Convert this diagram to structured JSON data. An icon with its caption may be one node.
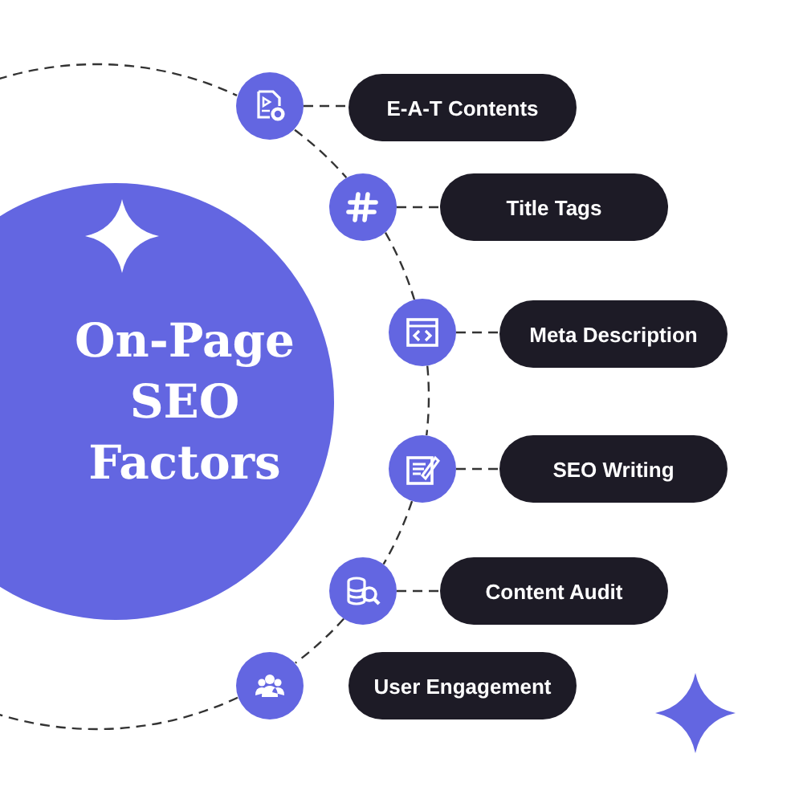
{
  "diagram": {
    "nodes": [
      {
        "text": [
          "On-Page SEO Factors"
        ]
      },
      {
        "text": [],
        "shape": "circle"
      },
      {
        "text": [
          "E-A-T Contents"
        ]
      },
      {
        "text": [],
        "shape": "circle"
      },
      {
        "text": [
          "Title Tags"
        ]
      },
      {
        "text": [],
        "shape": "circle"
      },
      {
        "text": [
          "Meta Description"
        ]
      },
      {
        "text": [],
        "shape": "circle"
      },
      {
        "text": [
          "SEO Writing"
        ]
      },
      {
        "text": [],
        "shape": "circle"
      },
      {
        "text": [
          "Content Audit"
        ]
      },
      {
        "text": [],
        "shape": "circle"
      },
      {
        "text": [
          "User Engagement"
        ]
      }
    ],
    "edges": [
      {
        "from": null,
        "to": 1,
        "arrow": "none",
        "style": "dashed"
      },
      {
        "from": 1,
        "to": 2,
        "arrow": "none",
        "style": "dashed"
      },
      {
        "from": 1,
        "to": 3,
        "arrow": "none",
        "style": "dashed"
      },
      {
        "from": 3,
        "to": 4,
        "arrow": "none",
        "style": "dashed"
      },
      {
        "from": 3,
        "to": 5,
        "arrow": "none",
        "style": "dashed"
      },
      {
        "from": 5,
        "to": 6,
        "arrow": "none",
        "style": "dashed"
      },
      {
        "from": 5,
        "to": 7,
        "arrow": "none",
        "style": "dashed"
      },
      {
        "from": 7,
        "to": 8,
        "arrow": "none",
        "style": "dashed"
      },
      {
        "from": 7,
        "to": 9,
        "arrow": "none",
        "style": "dashed"
      },
      {
        "from": 9,
        "to": 10,
        "arrow": "none",
        "style": "dashed"
      },
      {
        "from": 9,
        "to": 11,
        "arrow": "none",
        "style": "dashed"
      },
      {
        "from": 11,
        "to": null,
        "arrow": "none",
        "style": "dashed"
      }
    ]
  }
}
